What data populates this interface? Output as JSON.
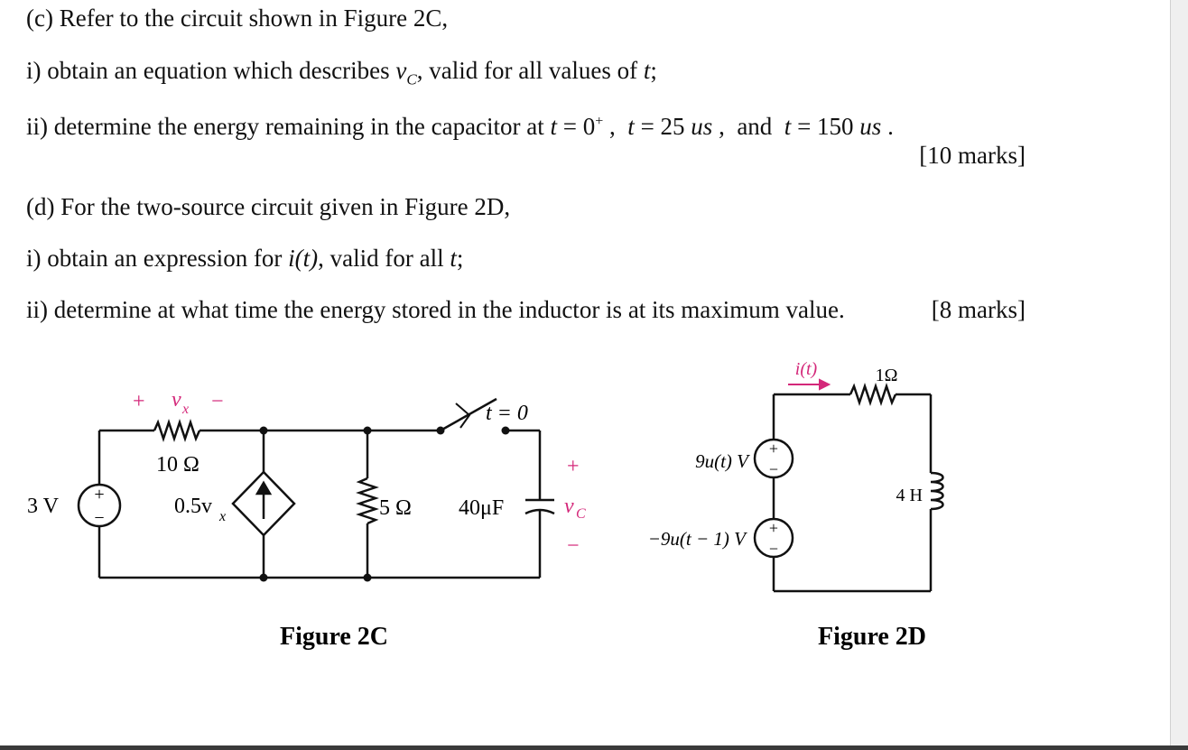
{
  "part_c": {
    "heading": "(c) Refer to the circuit shown in Figure 2C,",
    "i_pre": "i) obtain an equation which describes ",
    "i_var": "v",
    "i_sub": "C",
    "i_post": ", valid for all values of ",
    "i_t": "t",
    "i_end": ";",
    "ii_a": "ii)  determine  the  energy  remaining  in  the  capacitor  at ",
    "ii_t1": "t",
    "ii_eq1": " = 0",
    "ii_sup": "+",
    "ii_sep1": " ,  ",
    "ii_t2": "t",
    "ii_eq2": " = 25 ",
    "ii_unit1": "us",
    "ii_sep2": " ,  and  ",
    "ii_t3": "t",
    "ii_eq3": " = 150 ",
    "ii_unit2": "us",
    "ii_end": " .",
    "marks": "[10 marks]"
  },
  "part_d": {
    "heading": "(d) For the two-source circuit given in Figure 2D,",
    "i_pre": "i) obtain an expression for ",
    "i_expr": "i(t)",
    "i_post": ", valid for all ",
    "i_t": "t",
    "i_end": ";",
    "ii": "ii) determine at what time the energy stored in the inductor is at its maximum value.",
    "marks": "[8 marks]"
  },
  "fig2c": {
    "caption": "Figure 2C",
    "source_label": "3 V",
    "resistor1": "10 Ω",
    "vx_plus": "+",
    "vx_label": "v",
    "vx_sub": "x",
    "vx_minus": "−",
    "dep_coef": "0.5v",
    "dep_sub": "x",
    "resistor2": "5 Ω",
    "switch_label": "t = 0",
    "capacitor": "40μF",
    "vc_plus": "+",
    "vc_label": "v",
    "vc_sub": "C",
    "vc_minus": "−",
    "source_plus": "+",
    "source_minus": "−"
  },
  "fig2d": {
    "caption": "Figure 2D",
    "current_label": "i(t)",
    "resistor": "1Ω",
    "inductor": "4 H",
    "source1_label": "9u(t) V",
    "source2_label": "−9u(t − 1) V",
    "source_plus": "+",
    "source_minus": "−"
  },
  "colors": {
    "accent": "#d4287a",
    "text": "#111111"
  }
}
